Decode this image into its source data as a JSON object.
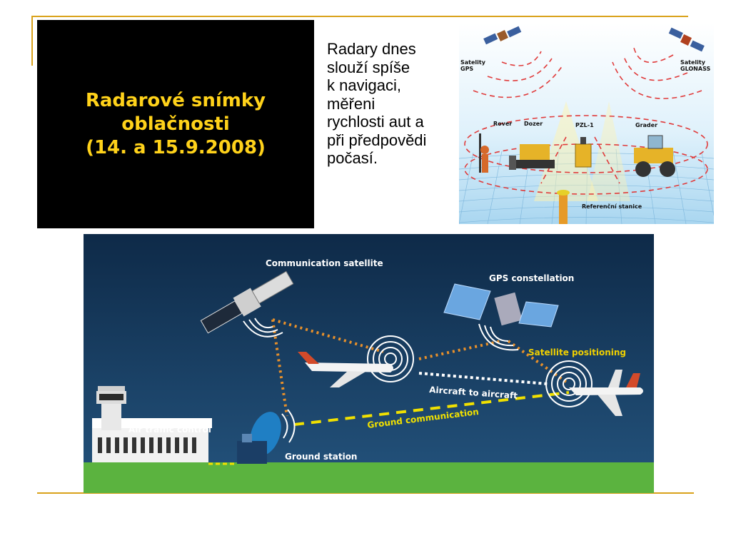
{
  "slide_title_lines": [
    "Radarové snímky",
    "oblačnosti",
    "(14. a 15.9.2008)"
  ],
  "body_text_lines": [
    "Radary dnes",
    "slouží spíše",
    "k navigaci,",
    "měřeni",
    "rychlosti aut a",
    "při předpovědi",
    "počasí."
  ],
  "gnss_image_labels": {
    "sat_gps": [
      "Satelity",
      "GPS"
    ],
    "sat_glonass": [
      "Satelity",
      "GLONASS"
    ],
    "rover": "Rover",
    "dozer": "Dozer",
    "pzl": "PZL-1",
    "grader": "Grader",
    "reference": "Referenční stanice"
  },
  "aviation_image_labels": {
    "communication_satellite": "Communication satellite",
    "gps_constellation": "GPS constellation",
    "satellite_positioning": "Satellite positioning",
    "aircraft_to_aircraft": "Aircraft to aircraft",
    "ground_communication": "Ground communication",
    "air_traffic_control": "Air traffic control",
    "ground_station": "Ground station"
  },
  "colors": {
    "accent_rule": "#d9a21b",
    "title_yellow": "#ffd21a",
    "link_orange": "#e8902a",
    "ground_yellow": "#f0e000",
    "night_blue": "#163a60",
    "grass_green": "#5bb33f"
  }
}
